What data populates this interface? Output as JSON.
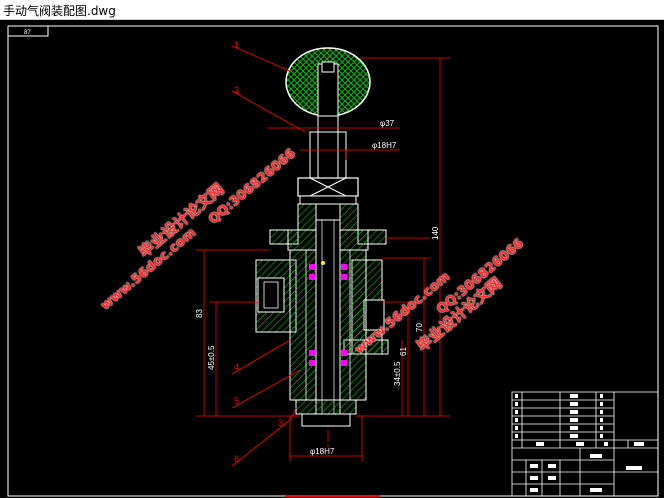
{
  "window": {
    "title": "手动气阀装配图.dwg"
  },
  "drawing": {
    "corner_tag": "87",
    "balloons": [
      "1",
      "2",
      "3",
      "4",
      "5",
      "6"
    ],
    "dimensions": {
      "d1": "φ37",
      "d2": "φ18H7",
      "d3": "φ18H7",
      "h_total": "140",
      "h_83": "83",
      "h_45": "45±0.5",
      "h_34": "34±0.5",
      "h_61": "61",
      "h_70": "70"
    },
    "watermarks": [
      "毕业设计论文网",
      "QQ:306826066",
      "www.56doc.com",
      "www.56doc.com",
      "QQ:306826066",
      "毕业设计论文网"
    ]
  },
  "colors": {
    "outline": "#ffffff",
    "red": "#ff0000",
    "green": "#00c000",
    "magenta": "#ff00ff",
    "yellow": "#ffff00"
  }
}
